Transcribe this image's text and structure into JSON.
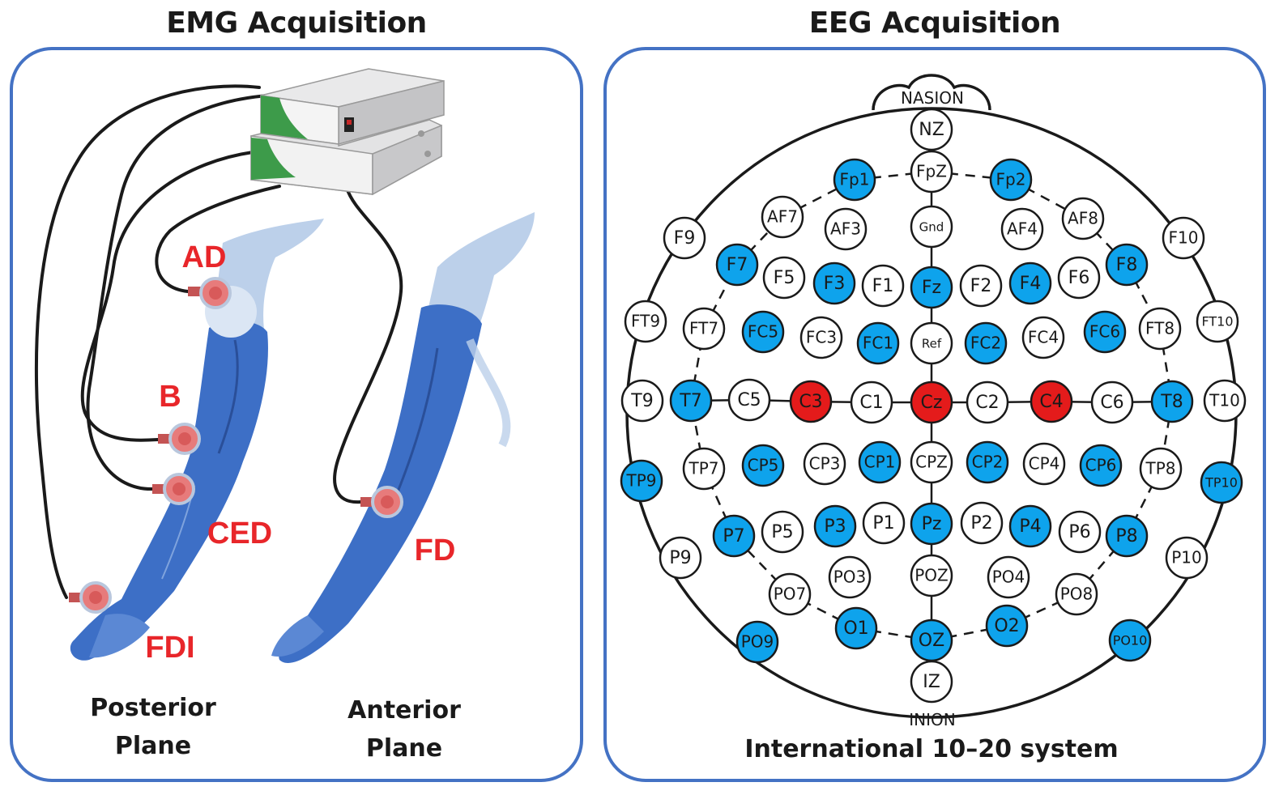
{
  "emg": {
    "title": "EMG Acquisition",
    "muscles": [
      "AD",
      "B",
      "CED",
      "FDI",
      "FD"
    ],
    "planes": {
      "posterior_line1": "Posterior",
      "posterior_line2": "Plane",
      "anterior_line1": "Anterior",
      "anterior_line2": "Plane"
    },
    "colors": {
      "label": "#e8262a",
      "arm": "#3d6fc6",
      "arm_light": "#bcd0ea",
      "electrode": "#e77b7b",
      "device_green": "#3d9b4a"
    }
  },
  "eeg": {
    "title": "EEG Acquisition",
    "nasion": "NASION",
    "inion": "INION",
    "caption": "International 10–20 system",
    "colors": {
      "blue": "#0ea3ec",
      "red": "#e41b1b",
      "white": "#ffffff"
    },
    "electrodes": [
      {
        "label": "NZ",
        "color": "white"
      },
      {
        "label": "FpZ",
        "color": "white"
      },
      {
        "label": "Fp1",
        "color": "blue"
      },
      {
        "label": "Fp2",
        "color": "blue"
      },
      {
        "label": "AF7",
        "color": "white"
      },
      {
        "label": "AF3",
        "color": "white"
      },
      {
        "label": "Gnd",
        "color": "white"
      },
      {
        "label": "AF4",
        "color": "white"
      },
      {
        "label": "AF8",
        "color": "white"
      },
      {
        "label": "F9",
        "color": "white"
      },
      {
        "label": "F10",
        "color": "white"
      },
      {
        "label": "F7",
        "color": "blue"
      },
      {
        "label": "F5",
        "color": "white"
      },
      {
        "label": "F3",
        "color": "blue"
      },
      {
        "label": "F1",
        "color": "white"
      },
      {
        "label": "Fz",
        "color": "blue"
      },
      {
        "label": "F2",
        "color": "white"
      },
      {
        "label": "F4",
        "color": "blue"
      },
      {
        "label": "F6",
        "color": "white"
      },
      {
        "label": "F8",
        "color": "blue"
      },
      {
        "label": "FT9",
        "color": "white"
      },
      {
        "label": "FT7",
        "color": "white"
      },
      {
        "label": "FC5",
        "color": "blue"
      },
      {
        "label": "FC3",
        "color": "white"
      },
      {
        "label": "FC1",
        "color": "blue"
      },
      {
        "label": "Ref",
        "color": "white"
      },
      {
        "label": "FC2",
        "color": "blue"
      },
      {
        "label": "FC4",
        "color": "white"
      },
      {
        "label": "FC6",
        "color": "blue"
      },
      {
        "label": "FT8",
        "color": "white"
      },
      {
        "label": "FT10",
        "color": "white"
      },
      {
        "label": "T9",
        "color": "white"
      },
      {
        "label": "T7",
        "color": "blue"
      },
      {
        "label": "C5",
        "color": "white"
      },
      {
        "label": "C3",
        "color": "red"
      },
      {
        "label": "C1",
        "color": "white"
      },
      {
        "label": "Cz",
        "color": "red"
      },
      {
        "label": "C2",
        "color": "white"
      },
      {
        "label": "C4",
        "color": "red"
      },
      {
        "label": "C6",
        "color": "white"
      },
      {
        "label": "T8",
        "color": "blue"
      },
      {
        "label": "T10",
        "color": "white"
      },
      {
        "label": "TP9",
        "color": "blue"
      },
      {
        "label": "TP7",
        "color": "white"
      },
      {
        "label": "CP5",
        "color": "blue"
      },
      {
        "label": "CP3",
        "color": "white"
      },
      {
        "label": "CP1",
        "color": "blue"
      },
      {
        "label": "CPZ",
        "color": "white"
      },
      {
        "label": "CP2",
        "color": "blue"
      },
      {
        "label": "CP4",
        "color": "white"
      },
      {
        "label": "CP6",
        "color": "blue"
      },
      {
        "label": "TP8",
        "color": "white"
      },
      {
        "label": "TP10",
        "color": "blue"
      },
      {
        "label": "P9",
        "color": "white"
      },
      {
        "label": "P7",
        "color": "blue"
      },
      {
        "label": "P5",
        "color": "white"
      },
      {
        "label": "P3",
        "color": "blue"
      },
      {
        "label": "P1",
        "color": "white"
      },
      {
        "label": "Pz",
        "color": "blue"
      },
      {
        "label": "P2",
        "color": "white"
      },
      {
        "label": "P4",
        "color": "blue"
      },
      {
        "label": "P6",
        "color": "white"
      },
      {
        "label": "P8",
        "color": "blue"
      },
      {
        "label": "P10",
        "color": "white"
      },
      {
        "label": "PO7",
        "color": "white"
      },
      {
        "label": "PO3",
        "color": "white"
      },
      {
        "label": "POZ",
        "color": "white"
      },
      {
        "label": "PO4",
        "color": "white"
      },
      {
        "label": "PO8",
        "color": "white"
      },
      {
        "label": "PO9",
        "color": "blue"
      },
      {
        "label": "O1",
        "color": "blue"
      },
      {
        "label": "OZ",
        "color": "blue"
      },
      {
        "label": "O2",
        "color": "blue"
      },
      {
        "label": "PO10",
        "color": "blue"
      },
      {
        "label": "IZ",
        "color": "white"
      }
    ]
  }
}
